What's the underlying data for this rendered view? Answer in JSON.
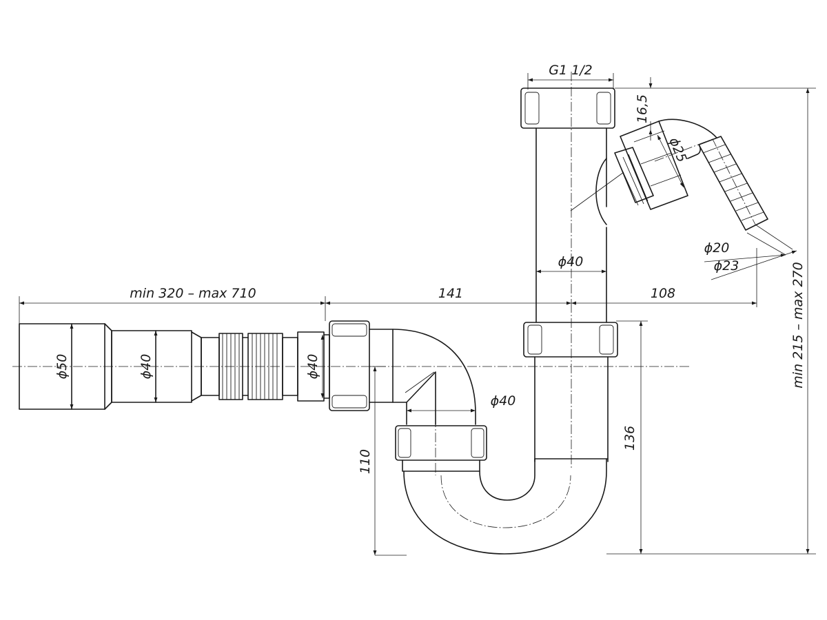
{
  "labels": {
    "thread": "G1 1/2",
    "height_min_max": "min 215 – max 270",
    "offset_top": "16,5",
    "d_side_inlet": "ϕ25",
    "d_hose_inner": "ϕ20",
    "d_hose_outer": "ϕ23",
    "d_vertical": "ϕ40",
    "len_corrugated": "min 320 – max 710",
    "len_mid": "141",
    "len_right": "108",
    "d_outlet_end": "ϕ50",
    "d_outlet_pipe": "ϕ40",
    "d_outlet_nut": "ϕ40",
    "d_trap": "ϕ40",
    "height_trap": "110",
    "height_outlet": "136"
  }
}
